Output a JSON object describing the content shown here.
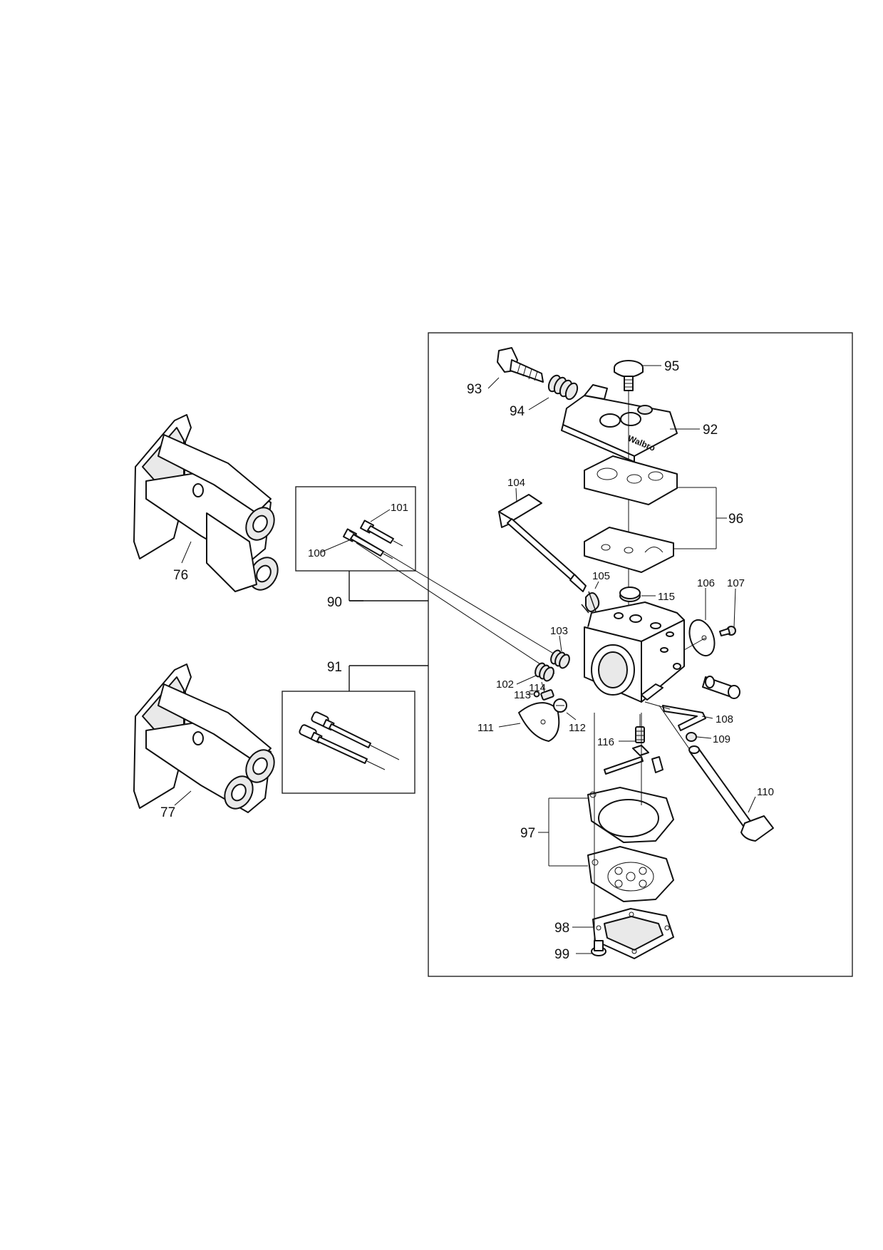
{
  "labels": {
    "p76": "76",
    "p77": "77",
    "p90": "90",
    "p91": "91",
    "p92": "92",
    "p93": "93",
    "p94": "94",
    "p95": "95",
    "p96": "96",
    "p97": "97",
    "p98": "98",
    "p99": "99",
    "p100": "100",
    "p101": "101",
    "p102": "102",
    "p103": "103",
    "p104": "104",
    "p105": "105",
    "p106": "106",
    "p107": "107",
    "p108": "108",
    "p109": "109",
    "p110": "110",
    "p111": "111",
    "p112": "112",
    "p113": "113",
    "p114": "114",
    "p115": "115",
    "p116": "116"
  },
  "cover_text": "Walbro"
}
